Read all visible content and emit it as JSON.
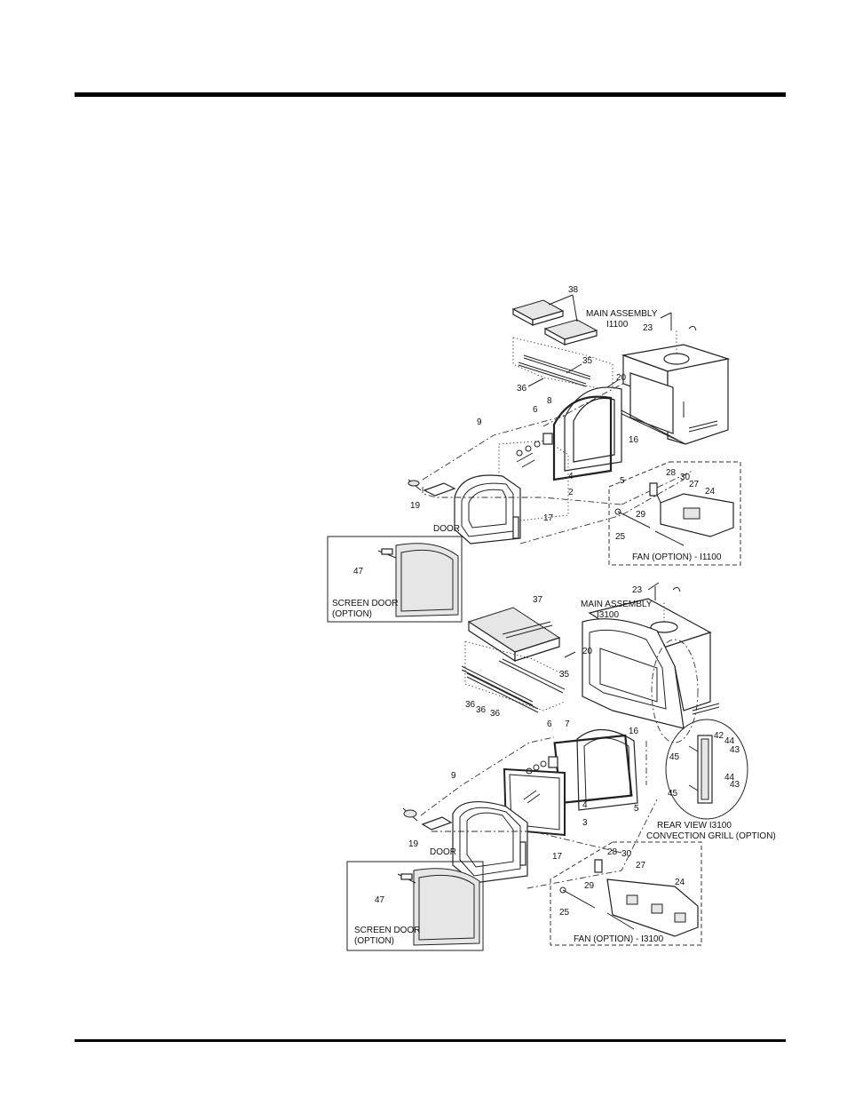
{
  "diagram": {
    "upper": {
      "main_assembly": "MAIN ASSEMBLY",
      "model": "I1100",
      "door_label": "DOOR",
      "fan_caption": "FAN (OPTION) - I1100",
      "screen_door_caption_1": "SCREEN DOOR",
      "screen_door_caption_2": "(OPTION)",
      "callouts": [
        "38",
        "23",
        "35",
        "36",
        "20",
        "9",
        "6",
        "8",
        "16",
        "4",
        "5",
        "2",
        "19",
        "17",
        "28",
        "30",
        "27",
        "24",
        "29",
        "25",
        "47"
      ]
    },
    "lower": {
      "main_assembly": "MAIN ASSEMBLY",
      "model": "I3100",
      "door_label": "DOOR",
      "fan_caption": "FAN (OPTION) - I3100",
      "screen_door_caption_1": "SCREEN DOOR",
      "screen_door_caption_2": "(OPTION)",
      "rear_view_1": "REAR VIEW I3100",
      "rear_view_2": "CONVECTION GRILL (OPTION)",
      "callouts": [
        "23",
        "37",
        "20",
        "35",
        "36",
        "36",
        "36",
        "6",
        "7",
        "16",
        "9",
        "4",
        "5",
        "3",
        "19",
        "17",
        "42",
        "44",
        "43",
        "45",
        "44",
        "43",
        "45",
        "28",
        "30",
        "27",
        "24",
        "29",
        "25",
        "47"
      ]
    }
  }
}
